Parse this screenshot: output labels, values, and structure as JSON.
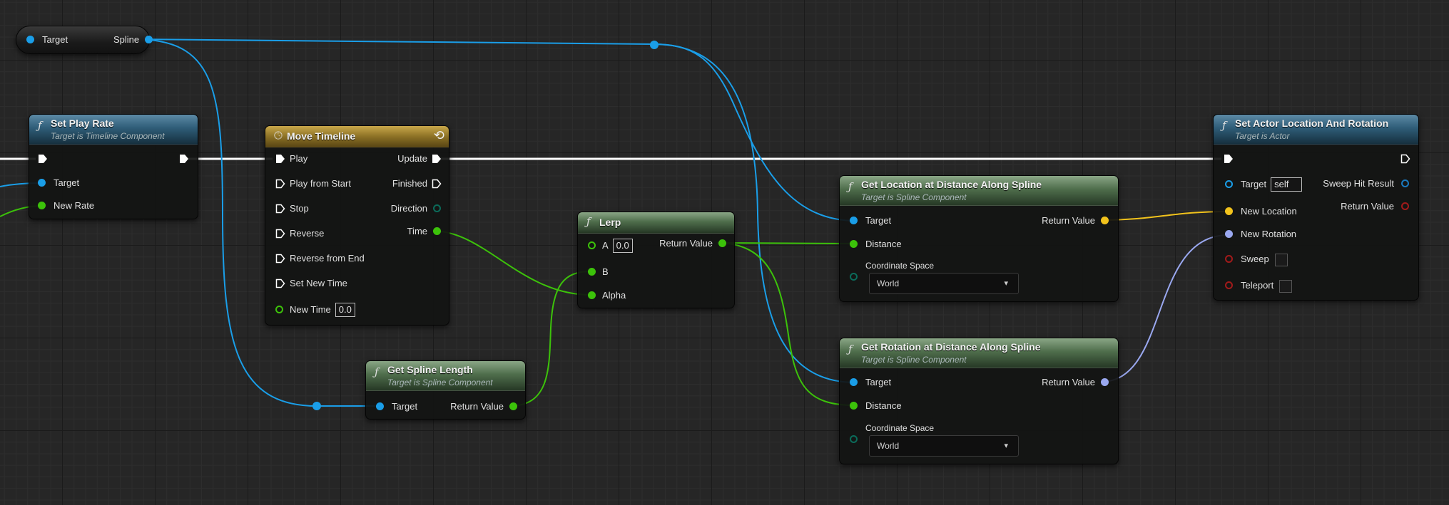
{
  "colors": {
    "exec": "#ffffff",
    "object": "#1a9ee8",
    "float": "#3cc20a",
    "vector": "#f2c31c",
    "rotator": "#9aa8f0",
    "struct": "#1a7ac0",
    "bool": "#a21a1a",
    "enum": "#0b6b5a"
  },
  "var_node": {
    "target": "Target",
    "spline": "Spline"
  },
  "set_play_rate": {
    "title": "Set Play Rate",
    "subtitle": "Target is Timeline Component",
    "target": "Target",
    "new_rate": "New Rate"
  },
  "move_timeline": {
    "title": "Move Timeline",
    "play": "Play",
    "play_from_start": "Play from Start",
    "stop": "Stop",
    "reverse": "Reverse",
    "reverse_from_end": "Reverse from End",
    "set_new_time": "Set New Time",
    "new_time": "New Time",
    "new_time_value": "0.0",
    "update": "Update",
    "finished": "Finished",
    "direction": "Direction",
    "time": "Time"
  },
  "get_spline_length": {
    "title": "Get Spline Length",
    "subtitle": "Target is Spline Component",
    "target": "Target",
    "return_value": "Return Value"
  },
  "lerp": {
    "title": "Lerp",
    "a": "A",
    "a_value": "0.0",
    "b": "B",
    "alpha": "Alpha",
    "return_value": "Return Value"
  },
  "get_location": {
    "title": "Get Location at Distance Along Spline",
    "subtitle": "Target is Spline Component",
    "target": "Target",
    "distance": "Distance",
    "coordinate_space": "Coordinate Space",
    "coordinate_value": "World",
    "return_value": "Return Value"
  },
  "get_rotation": {
    "title": "Get Rotation at Distance Along Spline",
    "subtitle": "Target is Spline Component",
    "target": "Target",
    "distance": "Distance",
    "coordinate_space": "Coordinate Space",
    "coordinate_value": "World",
    "return_value": "Return Value"
  },
  "set_actor": {
    "title": "Set Actor Location And Rotation",
    "subtitle": "Target is Actor",
    "target": "Target",
    "target_value": "self",
    "new_location": "New Location",
    "new_rotation": "New Rotation",
    "sweep": "Sweep",
    "teleport": "Teleport",
    "sweep_hit_result": "Sweep Hit Result",
    "return_value": "Return Value"
  }
}
